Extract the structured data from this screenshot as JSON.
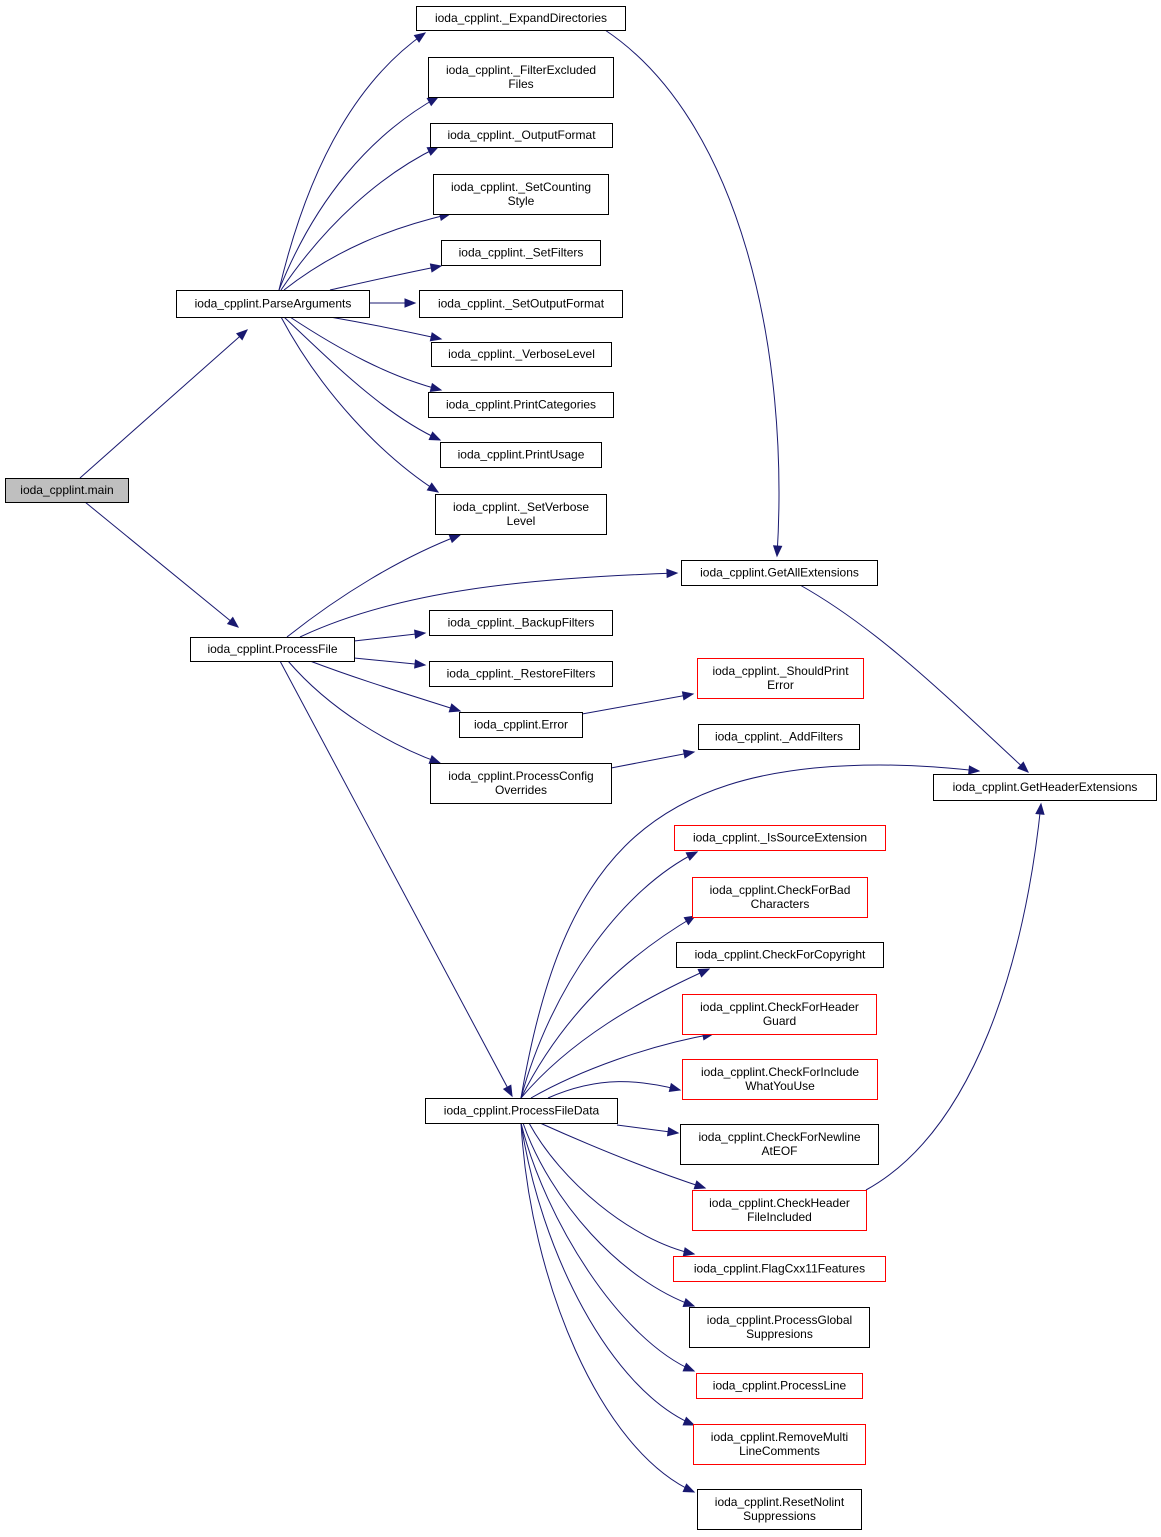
{
  "colors": {
    "edge": "#191970",
    "node_border": "#000000",
    "node_border_truncated": "#ff0000",
    "node_fill": "#ffffff",
    "root_fill": "#bfbfbf"
  },
  "nodes": [
    {
      "id": "main",
      "lines": [
        "ioda_cpplint.main"
      ],
      "style": "root"
    },
    {
      "id": "parse_arguments",
      "lines": [
        "ioda_cpplint.ParseArguments"
      ],
      "style": "normal"
    },
    {
      "id": "process_file",
      "lines": [
        "ioda_cpplint.ProcessFile"
      ],
      "style": "normal"
    },
    {
      "id": "expand_directories",
      "lines": [
        "ioda_cpplint._ExpandDirectories"
      ],
      "style": "normal"
    },
    {
      "id": "filter_excluded_files",
      "lines": [
        "ioda_cpplint._FilterExcluded",
        "Files"
      ],
      "style": "normal"
    },
    {
      "id": "output_format",
      "lines": [
        "ioda_cpplint._OutputFormat"
      ],
      "style": "normal"
    },
    {
      "id": "set_counting_style",
      "lines": [
        "ioda_cpplint._SetCounting",
        "Style"
      ],
      "style": "normal"
    },
    {
      "id": "set_filters",
      "lines": [
        "ioda_cpplint._SetFilters"
      ],
      "style": "normal"
    },
    {
      "id": "set_output_format",
      "lines": [
        "ioda_cpplint._SetOutputFormat"
      ],
      "style": "normal"
    },
    {
      "id": "verbose_level",
      "lines": [
        "ioda_cpplint._VerboseLevel"
      ],
      "style": "normal"
    },
    {
      "id": "print_categories",
      "lines": [
        "ioda_cpplint.PrintCategories"
      ],
      "style": "normal"
    },
    {
      "id": "print_usage",
      "lines": [
        "ioda_cpplint.PrintUsage"
      ],
      "style": "normal"
    },
    {
      "id": "set_verbose_level",
      "lines": [
        "ioda_cpplint._SetVerbose",
        "Level"
      ],
      "style": "normal"
    },
    {
      "id": "get_all_extensions",
      "lines": [
        "ioda_cpplint.GetAllExtensions"
      ],
      "style": "normal"
    },
    {
      "id": "backup_filters",
      "lines": [
        "ioda_cpplint._BackupFilters"
      ],
      "style": "normal"
    },
    {
      "id": "restore_filters",
      "lines": [
        "ioda_cpplint._RestoreFilters"
      ],
      "style": "normal"
    },
    {
      "id": "should_print_error",
      "lines": [
        "ioda_cpplint._ShouldPrint",
        "Error"
      ],
      "style": "truncated"
    },
    {
      "id": "error",
      "lines": [
        "ioda_cpplint.Error"
      ],
      "style": "normal"
    },
    {
      "id": "add_filters",
      "lines": [
        "ioda_cpplint._AddFilters"
      ],
      "style": "normal"
    },
    {
      "id": "process_config_overrides",
      "lines": [
        "ioda_cpplint.ProcessConfig",
        "Overrides"
      ],
      "style": "normal"
    },
    {
      "id": "get_header_extensions",
      "lines": [
        "ioda_cpplint.GetHeaderExtensions"
      ],
      "style": "normal"
    },
    {
      "id": "is_source_extension",
      "lines": [
        "ioda_cpplint._IsSourceExtension"
      ],
      "style": "truncated"
    },
    {
      "id": "check_for_bad_characters",
      "lines": [
        "ioda_cpplint.CheckForBad",
        "Characters"
      ],
      "style": "truncated"
    },
    {
      "id": "check_for_copyright",
      "lines": [
        "ioda_cpplint.CheckForCopyright"
      ],
      "style": "normal"
    },
    {
      "id": "check_for_header_guard",
      "lines": [
        "ioda_cpplint.CheckForHeader",
        "Guard"
      ],
      "style": "truncated"
    },
    {
      "id": "check_for_include_what_you_use",
      "lines": [
        "ioda_cpplint.CheckForInclude",
        "WhatYouUse"
      ],
      "style": "truncated"
    },
    {
      "id": "process_file_data",
      "lines": [
        "ioda_cpplint.ProcessFileData"
      ],
      "style": "normal"
    },
    {
      "id": "check_for_newline_at_eof",
      "lines": [
        "ioda_cpplint.CheckForNewline",
        "AtEOF"
      ],
      "style": "normal"
    },
    {
      "id": "check_header_file_included",
      "lines": [
        "ioda_cpplint.CheckHeader",
        "FileIncluded"
      ],
      "style": "truncated"
    },
    {
      "id": "flag_cxx11_features",
      "lines": [
        "ioda_cpplint.FlagCxx11Features"
      ],
      "style": "truncated"
    },
    {
      "id": "process_global_suppresions",
      "lines": [
        "ioda_cpplint.ProcessGlobal",
        "Suppresions"
      ],
      "style": "normal"
    },
    {
      "id": "process_line",
      "lines": [
        "ioda_cpplint.ProcessLine"
      ],
      "style": "truncated"
    },
    {
      "id": "remove_multi_line_comments",
      "lines": [
        "ioda_cpplint.RemoveMulti",
        "LineComments"
      ],
      "style": "truncated"
    },
    {
      "id": "reset_nolint_suppressions",
      "lines": [
        "ioda_cpplint.ResetNolint",
        "Suppressions"
      ],
      "style": "normal"
    }
  ],
  "edges": [
    {
      "from": "main",
      "to": "parse_arguments"
    },
    {
      "from": "main",
      "to": "process_file"
    },
    {
      "from": "parse_arguments",
      "to": "expand_directories"
    },
    {
      "from": "parse_arguments",
      "to": "filter_excluded_files"
    },
    {
      "from": "parse_arguments",
      "to": "output_format"
    },
    {
      "from": "parse_arguments",
      "to": "set_counting_style"
    },
    {
      "from": "parse_arguments",
      "to": "set_filters"
    },
    {
      "from": "parse_arguments",
      "to": "set_output_format"
    },
    {
      "from": "parse_arguments",
      "to": "verbose_level"
    },
    {
      "from": "parse_arguments",
      "to": "print_categories"
    },
    {
      "from": "parse_arguments",
      "to": "print_usage"
    },
    {
      "from": "parse_arguments",
      "to": "set_verbose_level"
    },
    {
      "from": "expand_directories",
      "to": "get_all_extensions"
    },
    {
      "from": "process_file",
      "to": "set_verbose_level"
    },
    {
      "from": "process_file",
      "to": "get_all_extensions"
    },
    {
      "from": "process_file",
      "to": "backup_filters"
    },
    {
      "from": "process_file",
      "to": "restore_filters"
    },
    {
      "from": "process_file",
      "to": "error"
    },
    {
      "from": "process_file",
      "to": "process_config_overrides"
    },
    {
      "from": "process_file",
      "to": "process_file_data"
    },
    {
      "from": "get_all_extensions",
      "to": "get_header_extensions"
    },
    {
      "from": "error",
      "to": "should_print_error"
    },
    {
      "from": "process_config_overrides",
      "to": "add_filters"
    },
    {
      "from": "process_file_data",
      "to": "get_header_extensions"
    },
    {
      "from": "process_file_data",
      "to": "is_source_extension"
    },
    {
      "from": "process_file_data",
      "to": "check_for_bad_characters"
    },
    {
      "from": "process_file_data",
      "to": "check_for_copyright"
    },
    {
      "from": "process_file_data",
      "to": "check_for_header_guard"
    },
    {
      "from": "process_file_data",
      "to": "check_for_include_what_you_use"
    },
    {
      "from": "process_file_data",
      "to": "check_for_newline_at_eof"
    },
    {
      "from": "process_file_data",
      "to": "check_header_file_included"
    },
    {
      "from": "process_file_data",
      "to": "flag_cxx11_features"
    },
    {
      "from": "process_file_data",
      "to": "process_global_suppresions"
    },
    {
      "from": "process_file_data",
      "to": "process_line"
    },
    {
      "from": "process_file_data",
      "to": "remove_multi_line_comments"
    },
    {
      "from": "process_file_data",
      "to": "reset_nolint_suppressions"
    },
    {
      "from": "check_header_file_included",
      "to": "get_header_extensions"
    }
  ]
}
